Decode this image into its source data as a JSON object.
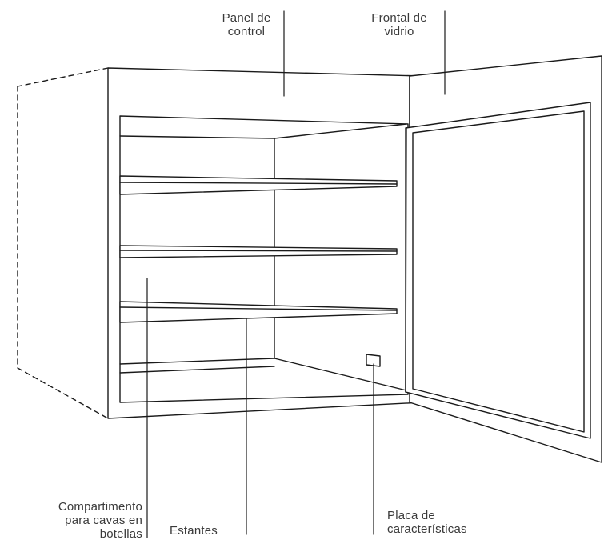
{
  "labels": {
    "control_panel": [
      "Panel de",
      "control"
    ],
    "glass_front": [
      "Frontal de",
      "vidrio"
    ],
    "bottle_compartment": [
      "Compartimento",
      "para cavas en",
      "botellas"
    ],
    "shelves": "Estantes",
    "rating_plate": [
      "Placa de",
      "características"
    ]
  },
  "colors": {
    "line": "#1a1a1a",
    "leader": "#1a1a1a",
    "text": "#3a3a3a",
    "background": "#ffffff"
  }
}
